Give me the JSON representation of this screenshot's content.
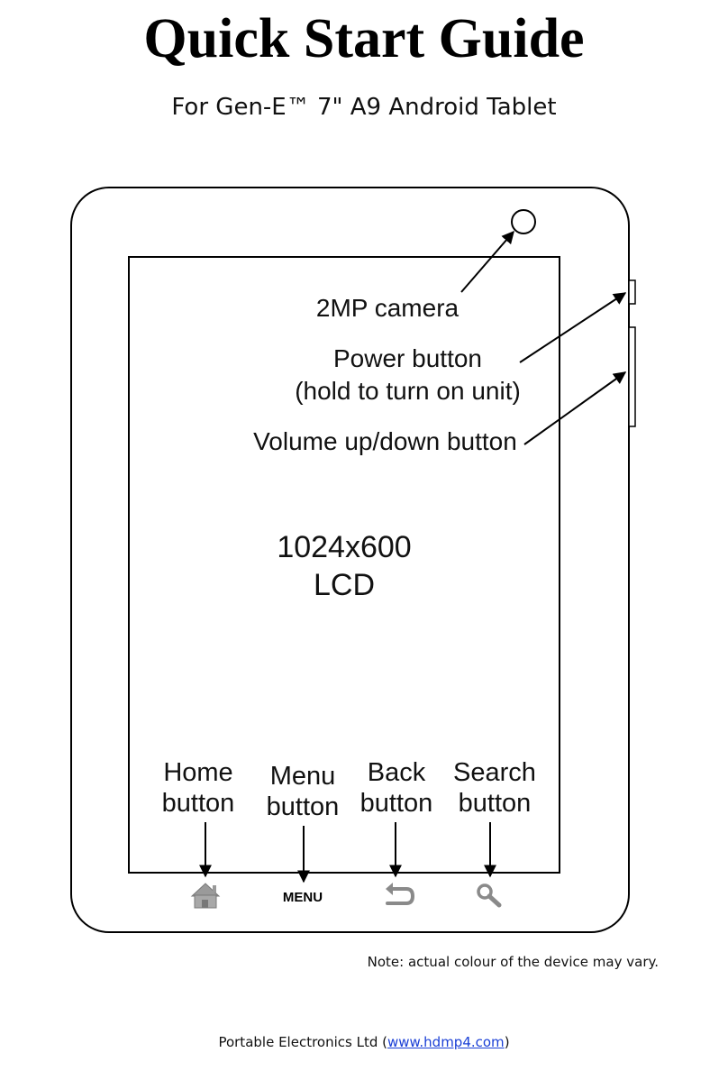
{
  "header": {
    "title": "Quick Start Guide",
    "subtitle": "For Gen-E™ 7\" A9 Android Tablet"
  },
  "labels": {
    "camera": "2MP camera",
    "power_line1": "Power button",
    "power_line2": "(hold to turn on unit)",
    "volume": "Volume up/down button",
    "lcd_line1": "1024x600",
    "lcd_line2": "LCD"
  },
  "buttons": [
    {
      "line1": "Home",
      "line2": "button",
      "icon": "home-icon"
    },
    {
      "line1": "Menu",
      "line2": "button",
      "key_text": "MENU"
    },
    {
      "line1": "Back",
      "line2": "button",
      "icon": "back-arrow-icon"
    },
    {
      "line1": "Search",
      "line2": "button",
      "icon": "search-icon"
    }
  ],
  "note": "Note: actual colour of the device may vary.",
  "footer": {
    "company": "Portable Electronics Ltd (",
    "link_text": "www.hdmp4.com",
    "close": ")"
  }
}
